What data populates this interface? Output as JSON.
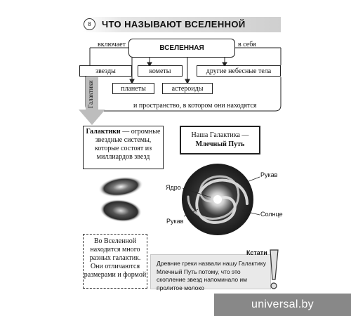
{
  "header": {
    "page_number": "8",
    "title": "ЧТО НАЗЫВАЮТ ВСЕЛЕННОЙ"
  },
  "diagram": {
    "center": "ВСЕЛЕННАЯ",
    "left_connector": "включает",
    "right_connector": "в себя",
    "items_top": [
      "звезды",
      "кометы",
      "другие небесные тела"
    ],
    "items_bottom": [
      "планеты",
      "астероиды"
    ],
    "space": "и пространство, в котором они находятся",
    "arrow_label": "Галактики"
  },
  "galaxy_definition": {
    "term": "Галактики",
    "text": "— огромные звездные системы, которые состоят из миллиардов звезд"
  },
  "milky_way": {
    "line1": "Наша Галактика —",
    "line2": "Млечный Путь"
  },
  "galaxy_labels": {
    "core": "Ядро",
    "arm_top": "Рукав",
    "arm_bottom": "Рукав",
    "sun": "Солнце"
  },
  "note": {
    "text": "Во Вселенной находится много разных галактик. Они отличаются размерами и формой"
  },
  "fact": {
    "title": "Кстати",
    "text": "Древние греки назвали нашу Галактику Млечный Путь потому, что это скопление звезд напоминало им пролитое молоко"
  },
  "watermark": "universal.by"
}
